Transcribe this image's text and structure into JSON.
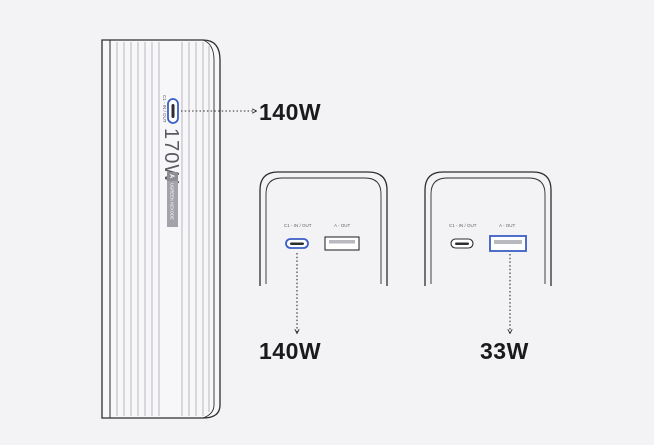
{
  "colors": {
    "background": "#f3f3f6",
    "outline": "#2d2d30",
    "port_highlight": "#3b5fc4",
    "text_dark": "#1a1a1c"
  },
  "power_bank": {
    "port_caption": "C1 - IN / OUT",
    "capacity_mark": "170W",
    "brand_badge_letter": "A",
    "brand_badge_text": "UGREEN NEXODE",
    "side_port_output": "140W"
  },
  "panel_left": {
    "c_port_caption": "C1 - IN / OUT",
    "a_port_caption": "A - OUT",
    "output": "140W"
  },
  "panel_right": {
    "c_port_caption": "C1 - IN / OUT",
    "a_port_caption": "A - OUT",
    "output": "33W"
  }
}
